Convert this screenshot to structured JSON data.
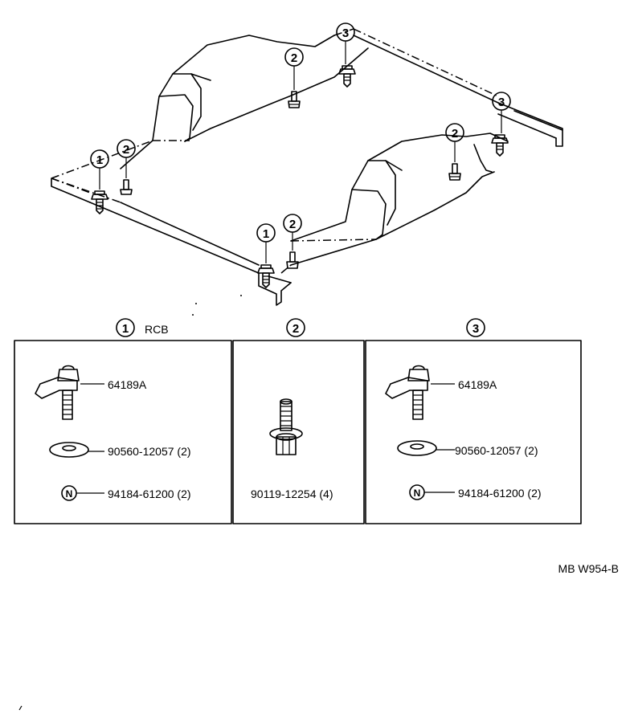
{
  "callouts": {
    "c1": "1",
    "c2": "2",
    "c3": "3"
  },
  "headers": {
    "h1_num": "1",
    "h1_suffix": "RCB",
    "h2_num": "2",
    "h3_num": "3"
  },
  "panel1": {
    "clip_part": "64189A",
    "washer_part": "90560-12057 (2)",
    "nut_symbol": "N",
    "nut_part": "94184-61200 (2)"
  },
  "panel2": {
    "bolt_part": "90119-12254 (4)"
  },
  "panel3": {
    "clip_part": "64189A",
    "washer_part": "90560-12057 (2)",
    "nut_symbol": "N",
    "nut_part": "94184-61200 (2)"
  },
  "footer": {
    "code": "MB  W954-B"
  }
}
